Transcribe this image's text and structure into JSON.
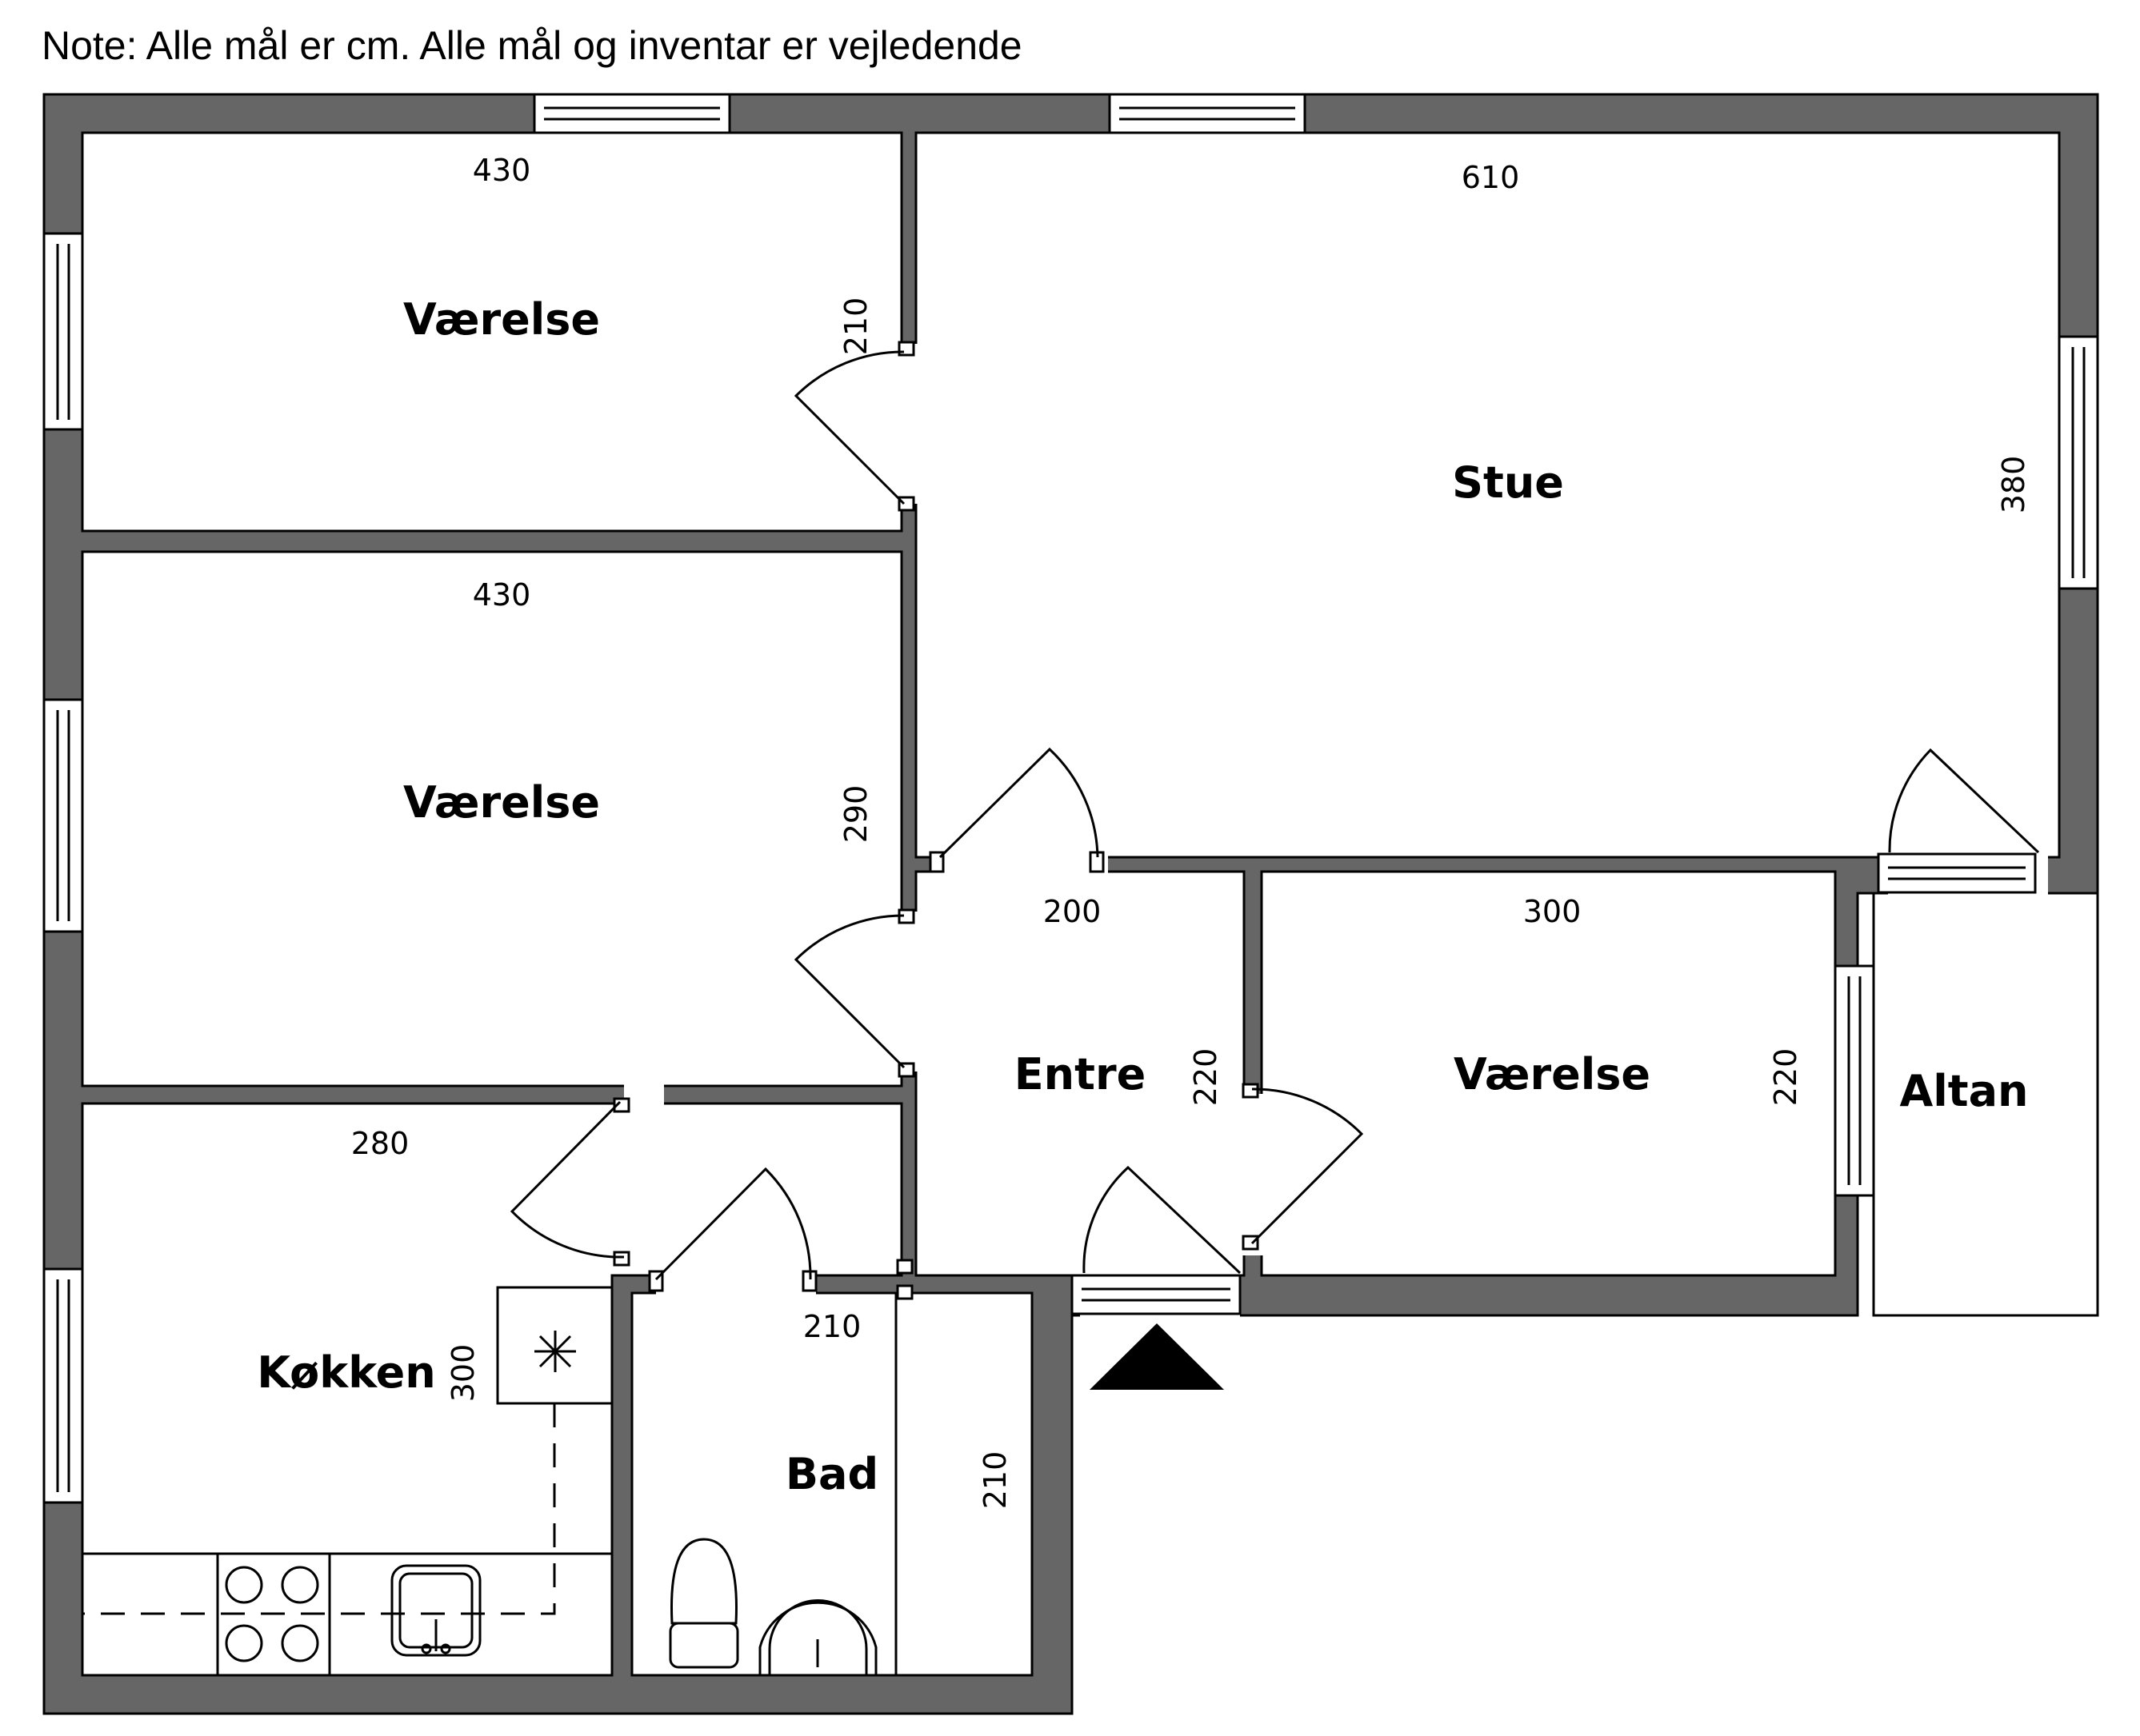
{
  "note": "Note: Alle mål er cm. Alle mål og inventar er vejledende",
  "colors": {
    "wall": "#666666",
    "line": "#000000",
    "background": "#ffffff"
  },
  "rooms": {
    "vaerelse_1": {
      "label": "Værelse",
      "width": "430",
      "height": "210"
    },
    "vaerelse_2": {
      "label": "Værelse",
      "width": "430",
      "height": "290"
    },
    "stue": {
      "label": "Stue",
      "width": "610",
      "height": "380"
    },
    "entre": {
      "label": "Entre",
      "width": "200",
      "height": "220"
    },
    "vaerelse_3": {
      "label": "Værelse",
      "width": "300",
      "height": "220"
    },
    "altan": {
      "label": "Altan"
    },
    "koekken": {
      "label": "Køkken",
      "width": "280",
      "height": "300"
    },
    "bad": {
      "label": "Bad",
      "width": "210",
      "height": "210"
    }
  },
  "entrance_marker": "entrance-arrow"
}
